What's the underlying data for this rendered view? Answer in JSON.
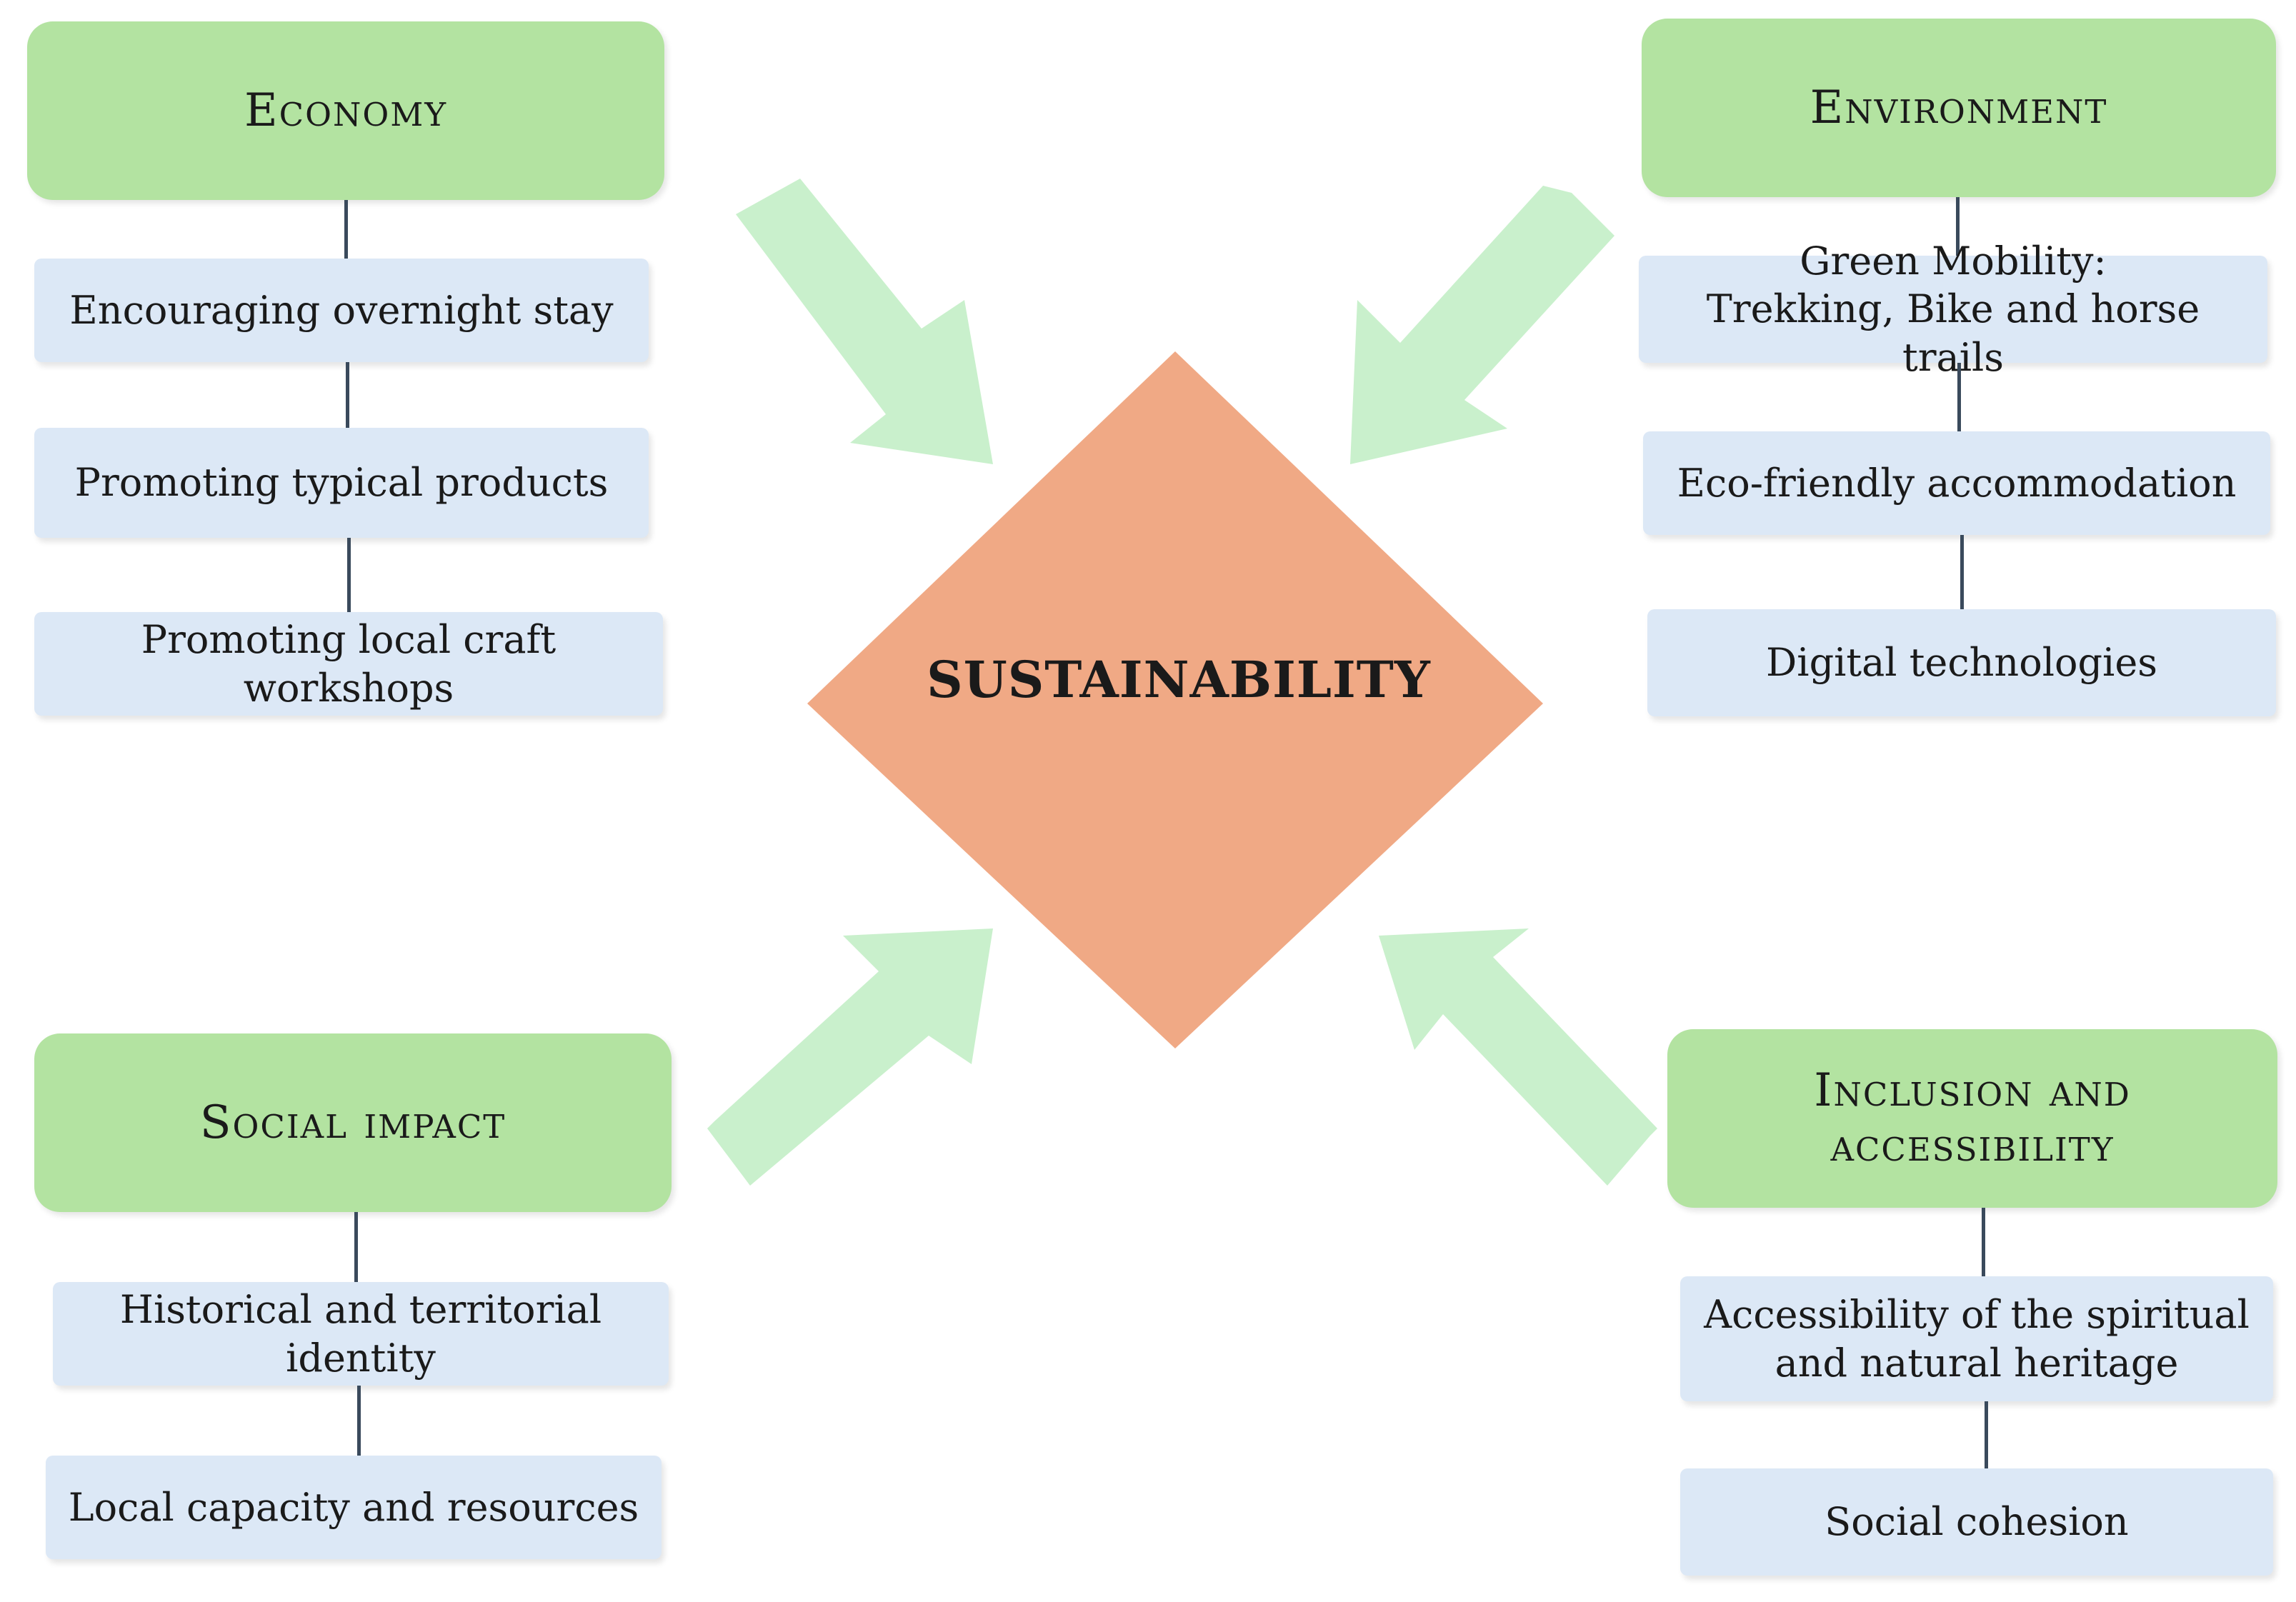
{
  "center": {
    "label": "SUSTAINABILITY",
    "color": "#f0a985"
  },
  "colors": {
    "pillar": "#b3e3a1",
    "item": "#dce8f6",
    "arrow": "#c9f0cc",
    "connector": "#3a4a5c"
  },
  "economy": {
    "title": "Economy",
    "items": [
      "Encouraging overnight stay",
      "Promoting typical products",
      "Promoting local craft workshops"
    ]
  },
  "environment": {
    "title": "Environment",
    "items": [
      "Green Mobility:\nTrekking, Bike and horse trails",
      "Eco-friendly accommodation",
      "Digital technologies"
    ]
  },
  "social": {
    "title": "Social impact",
    "items": [
      "Historical and territorial identity",
      "Local capacity and resources"
    ]
  },
  "inclusion": {
    "title": "Inclusion and\naccessibility",
    "items": [
      "Accessibility of the spiritual\nand natural heritage",
      "Social cohesion"
    ]
  }
}
